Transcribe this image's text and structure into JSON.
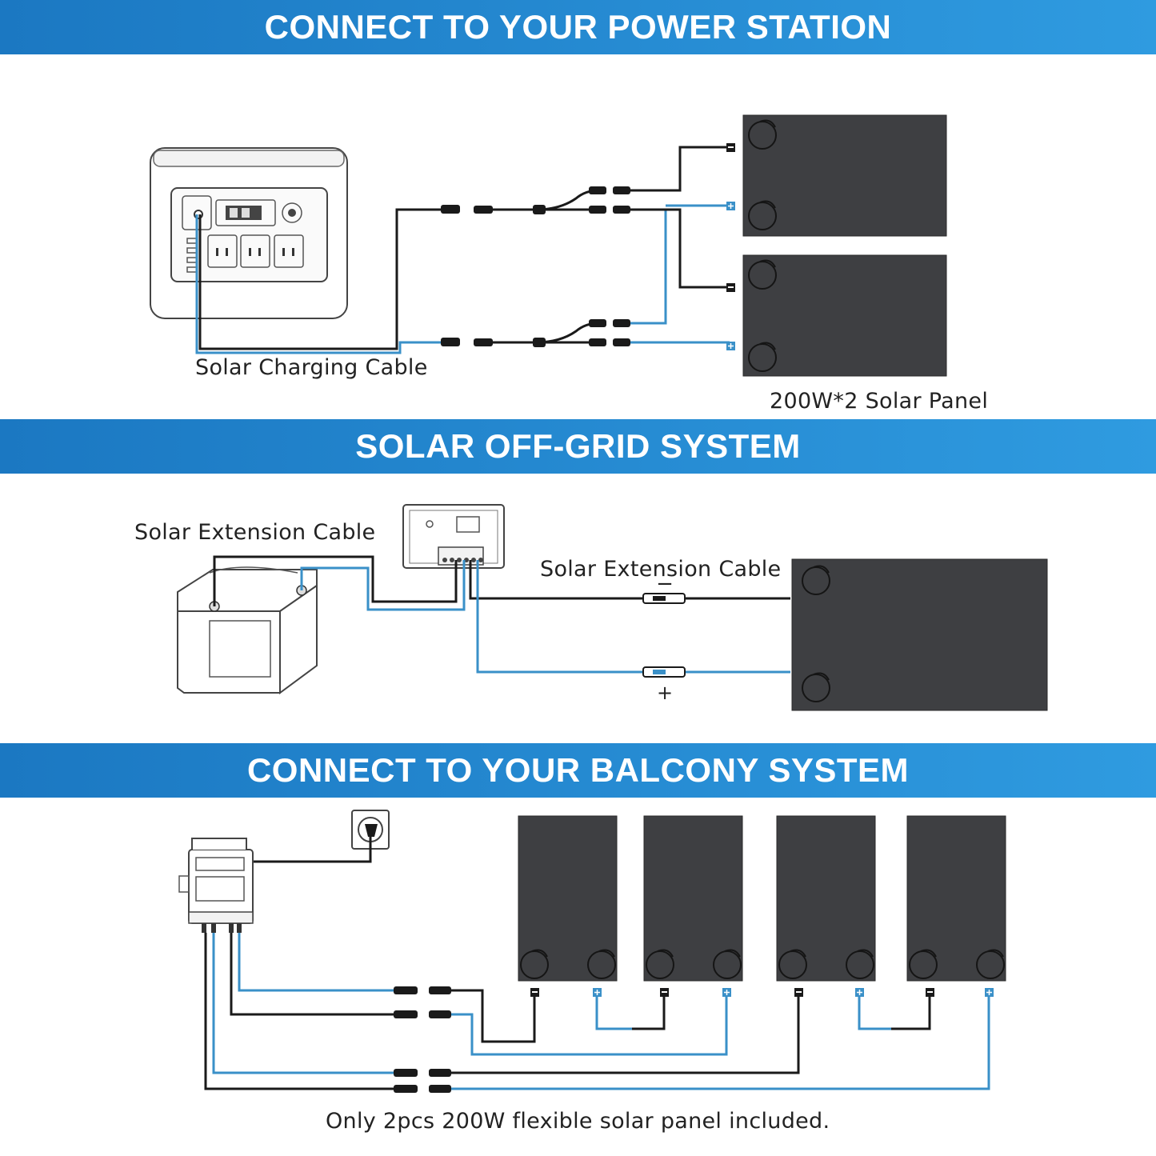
{
  "sections": [
    {
      "title": "CONNECT TO YOUR POWER STATION"
    },
    {
      "title": "SOLAR OFF-GRID SYSTEM"
    },
    {
      "title": "CONNECT TO YOUR BALCONY SYSTEM"
    }
  ],
  "labels": {
    "charging_cable": "Solar Charging Cable",
    "panel_spec": "200W*2 Solar Panel",
    "extension_cable_left": "Solar Extension Cable",
    "extension_cable_right": "Solar Extension Cable",
    "minus_sign": "−",
    "plus_sign": "+",
    "footnote": "Only 2pcs 200W flexible solar panel included."
  },
  "colors": {
    "banner_start": "#1b78c2",
    "banner_end": "#2f9be0",
    "cable_negative": "#1a1a1a",
    "cable_positive": "#3a90c8",
    "panel": "#3e3f42"
  },
  "icons": [
    "power-station-icon",
    "solar-panel-icon",
    "charge-controller-icon",
    "battery-icon",
    "microinverter-icon",
    "wall-socket-icon",
    "mc4-connector-icon"
  ]
}
